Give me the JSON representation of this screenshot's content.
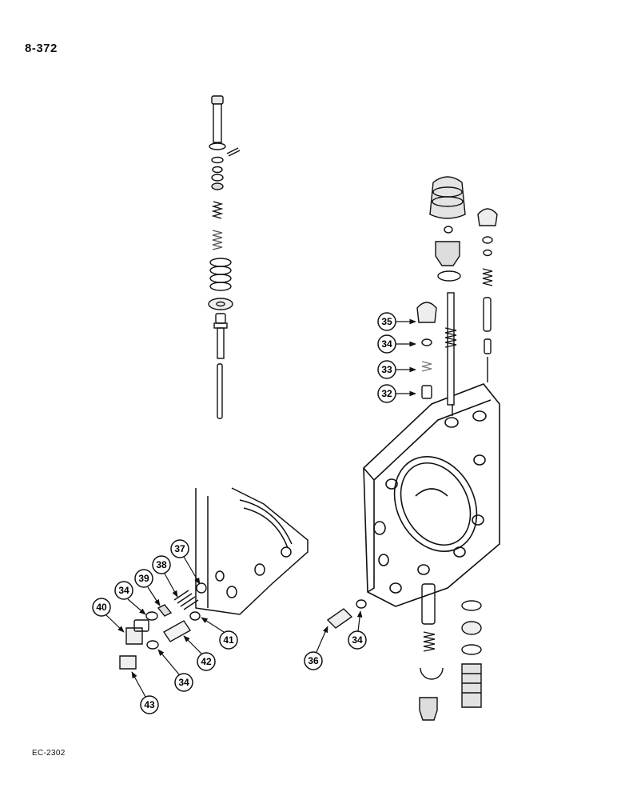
{
  "page": {
    "number": "8-372",
    "figure_code": "EC-2302"
  },
  "callouts": {
    "c32": "32",
    "c33": "33",
    "c34a": "34",
    "c35": "35",
    "c36": "36",
    "c34b": "34",
    "c37": "37",
    "c38": "38",
    "c39": "39",
    "c34c": "34",
    "c40": "40",
    "c41": "41",
    "c42": "42",
    "c34d": "34",
    "c43": "43"
  }
}
